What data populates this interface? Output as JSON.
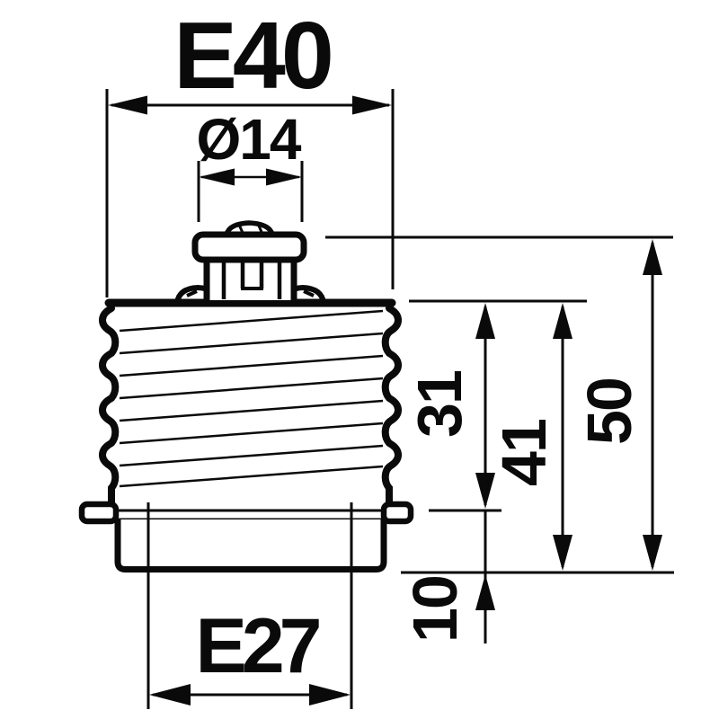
{
  "colors": {
    "ink": "#0a0a0a",
    "background": "#ffffff"
  },
  "labels": {
    "e40": "E40",
    "pin_diameter": "Ø14",
    "thread_length": "31",
    "body_length": "41",
    "overall_length": "50",
    "skirt_height": "10",
    "e27": "E27"
  }
}
